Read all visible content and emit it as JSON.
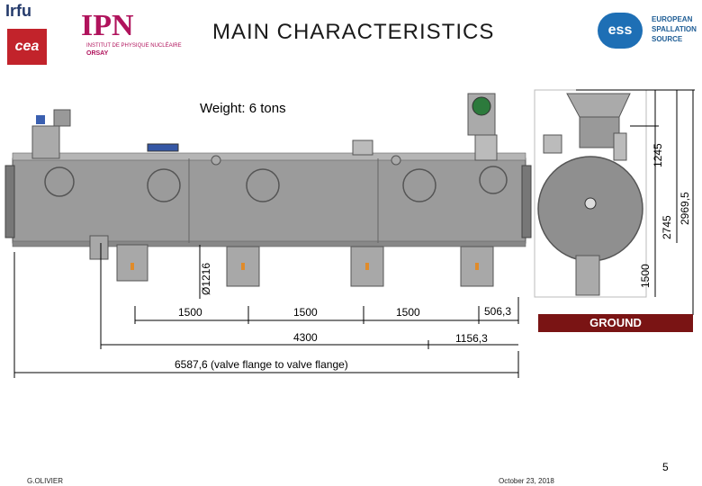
{
  "header": {
    "title": "MAIN  CHARACTERISTICS",
    "logos": {
      "irfu": "Irfu",
      "cea": "cea",
      "ipn": "IPN",
      "ipn_sub": "INSTITUT DE PHYSIQUE NUCLÉAIRE",
      "ipn_orsay": "ORSAY",
      "ess_mark": "ess",
      "ess_lines": [
        "EUROPEAN",
        "SPALLATION",
        "SOURCE"
      ]
    }
  },
  "drawing": {
    "weight": "Weight: 6 tons",
    "diameter": "Ø1216",
    "horizontal_dims": {
      "d1": "1500",
      "d2": "1500",
      "d3": "1500",
      "d4": "506,3",
      "d5": "4300",
      "d6": "1156,3",
      "d7": "6587,6 (valve flange to valve flange)"
    },
    "vertical_dims": {
      "v1": "1245",
      "v2": "1500",
      "v3": "2745",
      "v4": "2969,5"
    },
    "ground_label": "GROUND"
  },
  "footer": {
    "author": "G.OLIVIER",
    "date": "October 23, 2018",
    "page": "5"
  },
  "colors": {
    "vessel": "#9a9a9a",
    "ground_bar": "#7a1414",
    "ipn": "#b0135c",
    "ess": "#1e6fb5"
  }
}
